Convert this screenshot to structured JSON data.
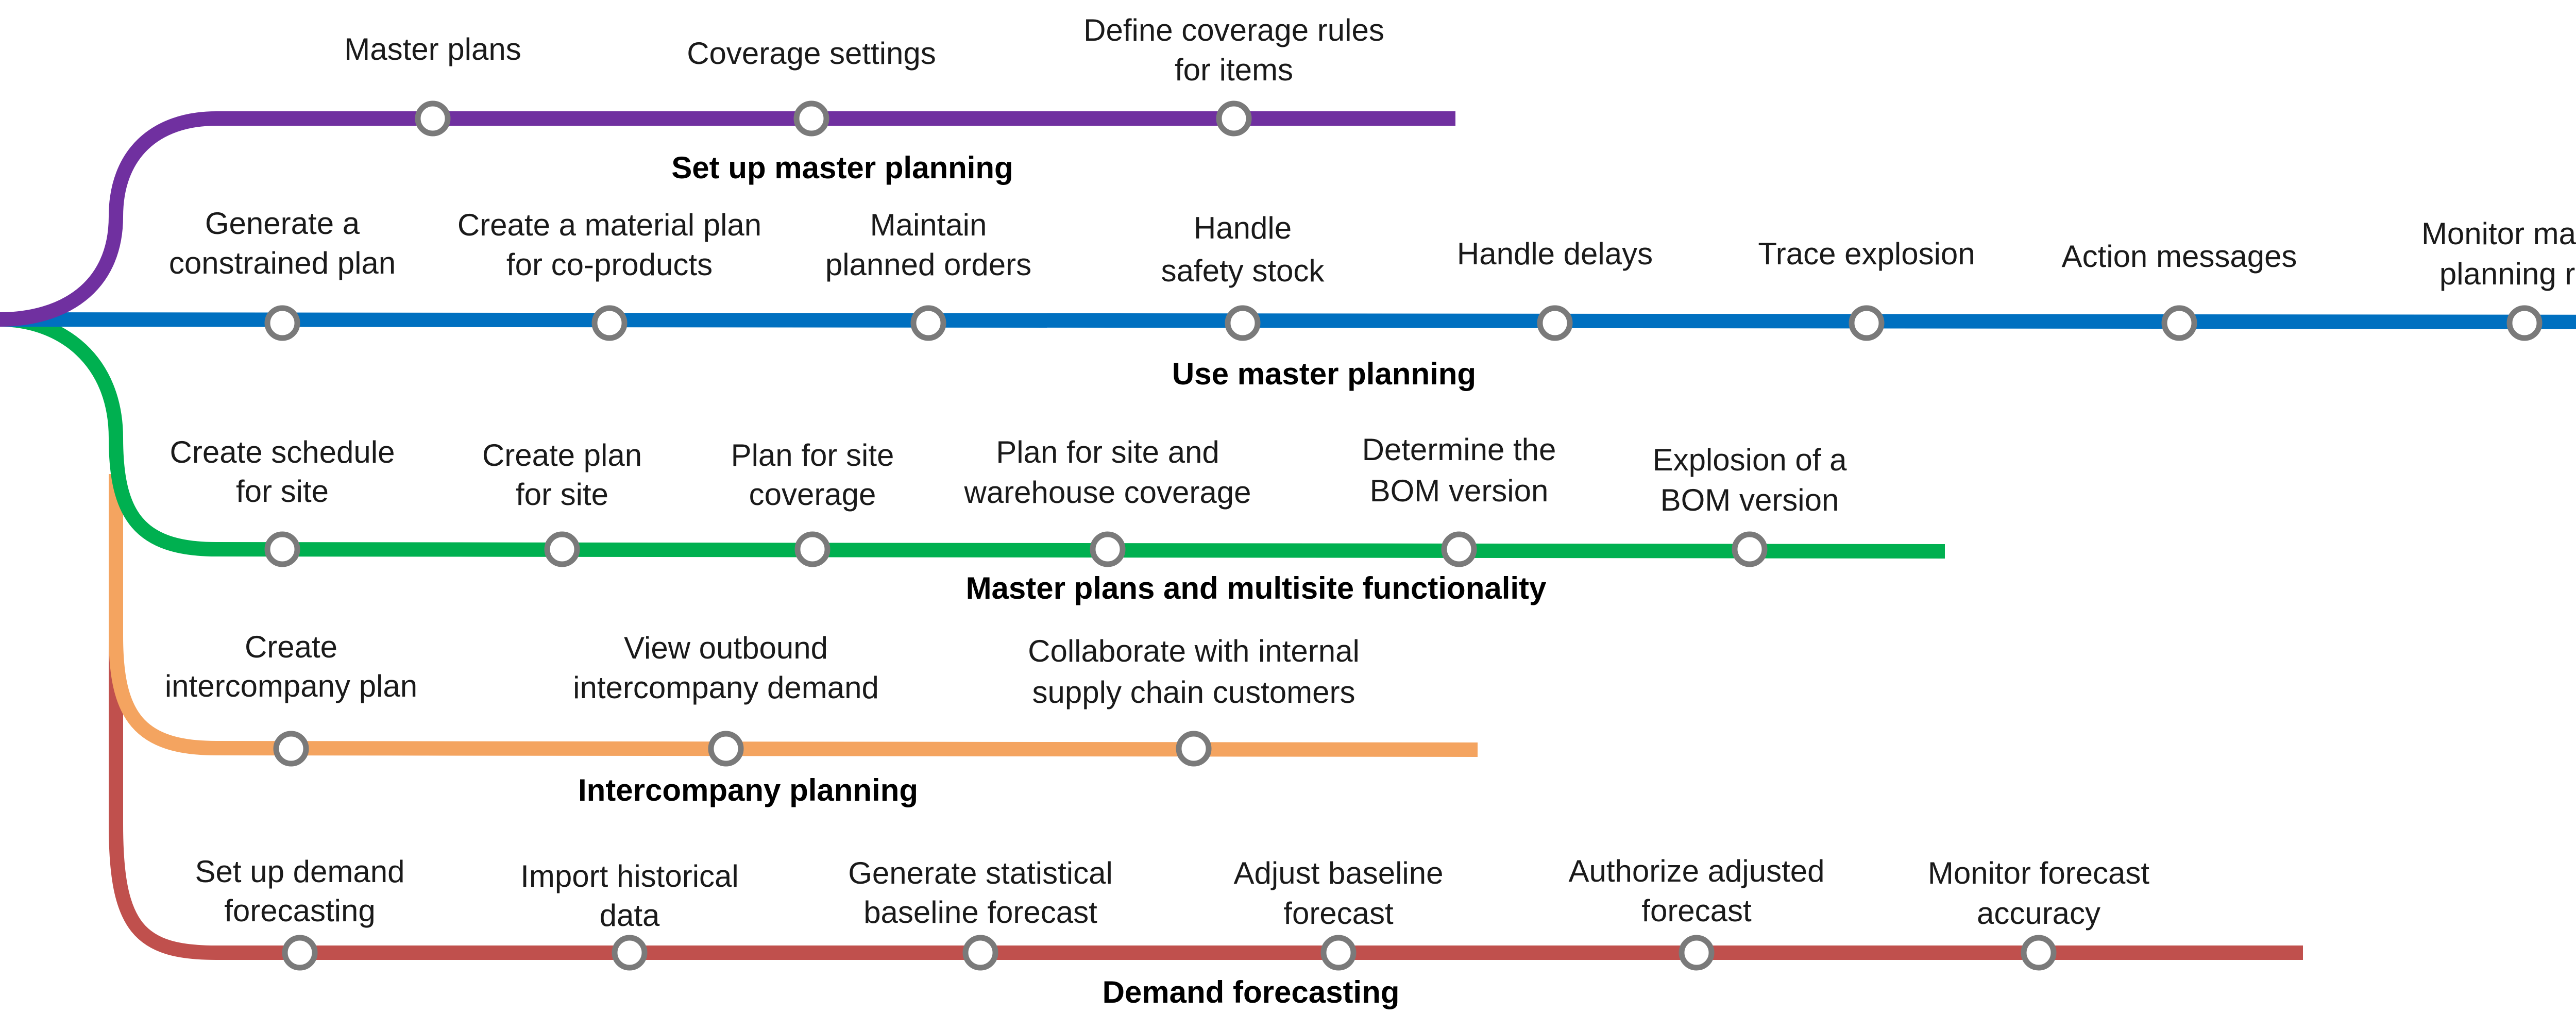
{
  "lines": [
    {
      "id": "setup",
      "title": "Set up master planning",
      "color": "#7030a0",
      "stops": [
        [
          "Master plans"
        ],
        [
          "Coverage settings"
        ],
        [
          "Define coverage rules",
          "for items"
        ]
      ]
    },
    {
      "id": "use",
      "title": "Use master planning",
      "color": "#0070c0",
      "stops": [
        [
          "Generate a",
          "constrained plan"
        ],
        [
          "Create a material plan",
          "for co-products"
        ],
        [
          "Maintain",
          "planned orders"
        ],
        [
          "Handle",
          "safety stock"
        ],
        [
          "Handle delays"
        ],
        [
          "Trace explosion"
        ],
        [
          "Action messages"
        ],
        [
          "Monitor master",
          "planning run"
        ]
      ]
    },
    {
      "id": "multisite",
      "title": "Master plans and multisite functionality",
      "color": "#00b050",
      "stops": [
        [
          "Create schedule",
          "for site"
        ],
        [
          "Create plan",
          "for site"
        ],
        [
          "Plan for site",
          "coverage"
        ],
        [
          "Plan for site and",
          "warehouse coverage"
        ],
        [
          "Determine the",
          "BOM version"
        ],
        [
          "Explosion of a",
          "BOM version"
        ]
      ]
    },
    {
      "id": "intercompany",
      "title": "Intercompany planning",
      "color": "#f4a460",
      "stops": [
        [
          "Create",
          "intercompany plan"
        ],
        [
          "View outbound",
          "intercompany demand"
        ],
        [
          "Collaborate with internal",
          "supply chain customers"
        ]
      ]
    },
    {
      "id": "demand",
      "title": "Demand forecasting",
      "color": "#c0504d",
      "stops": [
        [
          "Set up demand",
          "forecasting"
        ],
        [
          "Import historical",
          "data"
        ],
        [
          "Generate statistical",
          "baseline forecast"
        ],
        [
          "Adjust baseline",
          "forecast"
        ],
        [
          "Authorize adjusted",
          "forecast"
        ],
        [
          "Monitor forecast",
          "accuracy"
        ]
      ]
    }
  ]
}
